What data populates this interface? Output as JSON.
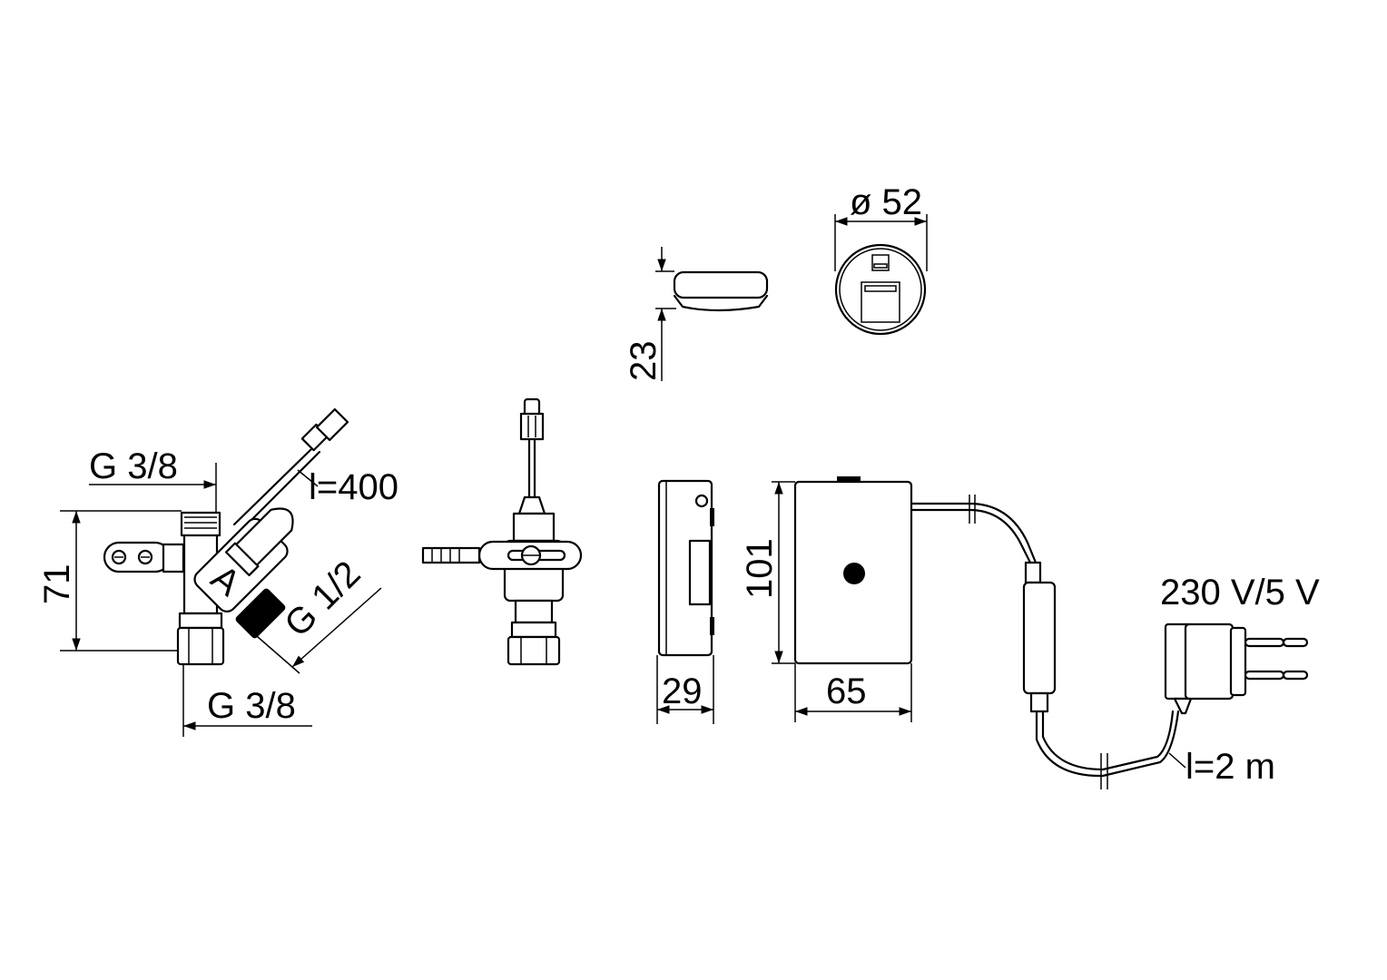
{
  "labels": {
    "sensor_diameter": "ø 52",
    "sensor_height": "23",
    "valve_height": "71",
    "valve_top_thread": "G 3/8",
    "valve_bottom_thread": "G 3/8",
    "valve_inlet_thread": "G 1/2",
    "valve_cable_length": "l=400",
    "valve_marking": "A",
    "box_depth": "29",
    "box_height": "101",
    "box_width": "65",
    "power_supply": "230 V/5 V",
    "power_cable_length": "l=2 m"
  },
  "colors": {
    "line": "#000000",
    "background": "#ffffff"
  }
}
